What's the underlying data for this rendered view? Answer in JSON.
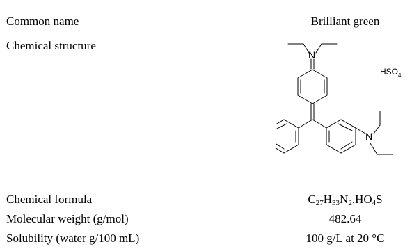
{
  "rows": {
    "common_name": {
      "label": "Common name",
      "value": "Brilliant green"
    },
    "structure": {
      "label": "Chemical structure"
    },
    "formula": {
      "label": "Chemical formula",
      "parts": [
        "C",
        "27",
        "H",
        "33",
        "N",
        "2",
        ".HO",
        "4",
        "S"
      ]
    },
    "molecular_weight": {
      "label": "Molecular weight (g/mol)",
      "value": "482.64"
    },
    "solubility": {
      "label": "Solubility (water g/100 mL)",
      "value": "100 g/L at 20 °C"
    }
  },
  "structure_labels": {
    "n_top": "N",
    "plus": "+",
    "anion": "HSO",
    "anion_sub": "4",
    "anion_charge": "-",
    "n_right": "N"
  }
}
